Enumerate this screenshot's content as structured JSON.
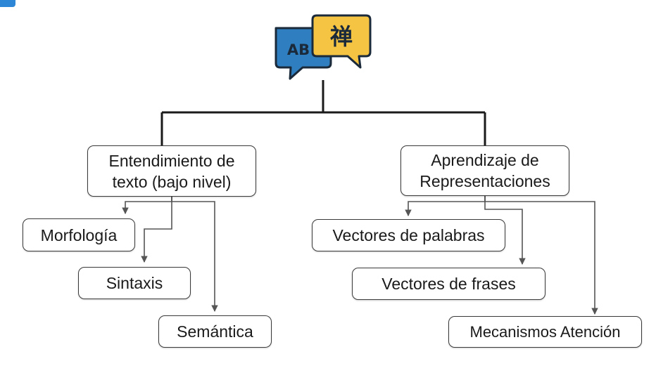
{
  "icon": {
    "name": "translation-icon",
    "latin_text": "AB",
    "cjk_text": "禅",
    "colors": {
      "blue_bubble": "#2f7fc0",
      "yellow_bubble": "#f6c443",
      "outline": "#1b2a3a"
    }
  },
  "colors": {
    "corner_mark": "#2e86d6",
    "line": "#1a1a1a",
    "arrow": "#555555",
    "box_border": "#3a3a3a"
  },
  "left_branch": {
    "root": {
      "line1": "Entendimiento de",
      "line2": "texto (bajo nivel)"
    },
    "children": [
      "Morfología",
      "Sintaxis",
      "Semántica"
    ]
  },
  "right_branch": {
    "root": {
      "line1": "Aprendizaje de",
      "line2": "Representaciones"
    },
    "children": [
      "Vectores de palabras",
      "Vectores de frases",
      "Mecanismos Atención"
    ]
  }
}
